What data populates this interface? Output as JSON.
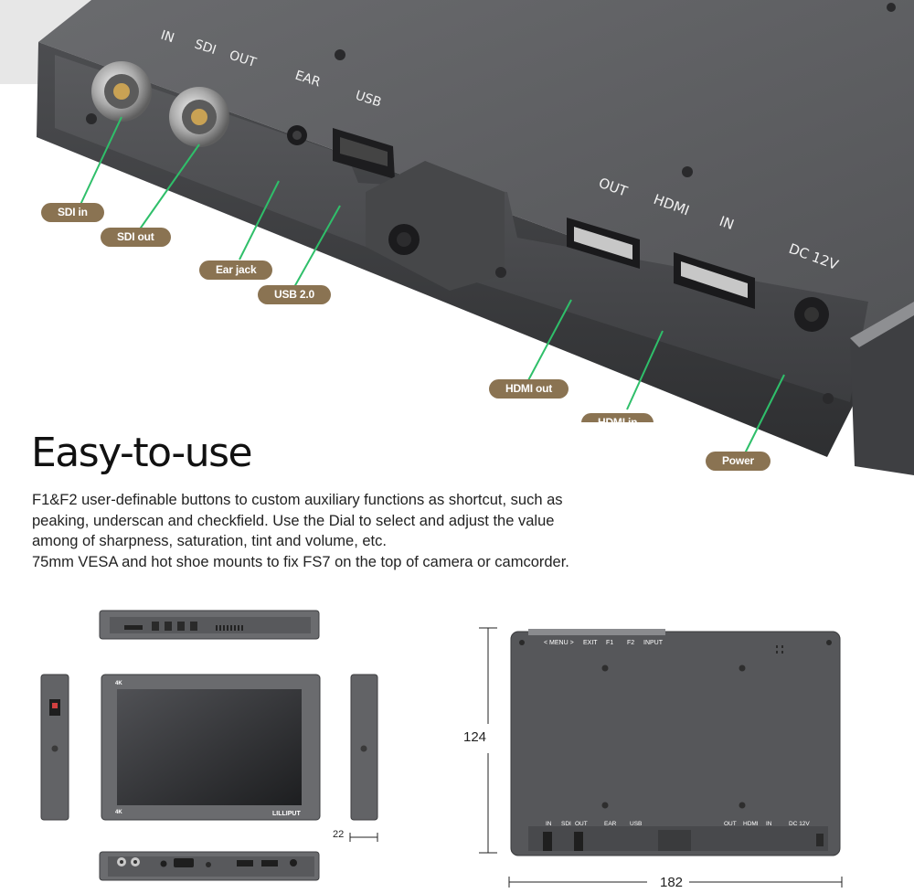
{
  "hero": {
    "port_labels": {
      "in": "IN",
      "sdi": "SDI",
      "out": "OUT",
      "ear": "EAR",
      "usb": "USB",
      "hdmi_out": "OUT",
      "hdmi": "HDMI",
      "hdmi_in": "IN",
      "dc": "DC 12V"
    },
    "callouts": {
      "sdi_in": "SDI in",
      "sdi_out": "SDI out",
      "ear_jack": "Ear jack",
      "usb": "USB 2.0",
      "hdmi_out": "HDMI out",
      "hdmi_in": "HDMI in",
      "power": "Power"
    }
  },
  "heading": "Easy-to-use",
  "description": [
    "F1&F2 user-definable buttons to custom auxiliary functions as shortcut, such as",
    "peaking, underscan and checkfield. Use the Dial to select and adjust the value",
    "among of sharpness, saturation, tint and volume, etc.",
    "75mm VESA and hot shoe mounts to fix FS7 on the top of camera or camcorder."
  ],
  "diagram": {
    "badge_4k": "4K",
    "brand": "LILLIPUT",
    "top_labels": [
      "< MENU >",
      "EXIT",
      "F1",
      "F2",
      "INPUT"
    ],
    "bottom_labels": {
      "in": "IN",
      "sdi": "SDI",
      "out": "OUT",
      "ear": "EAR",
      "usb": "USB",
      "hdmi_out": "OUT",
      "hdmi": "HDMI",
      "hdmi_in": "IN",
      "dc": "DC 12V"
    },
    "dim_depth": "22",
    "dim_height": "124",
    "dim_width": "182"
  },
  "colors": {
    "callout_pill": "#8a7352",
    "device_body": "#4a4b4d",
    "device_face": "#5c5d60"
  }
}
